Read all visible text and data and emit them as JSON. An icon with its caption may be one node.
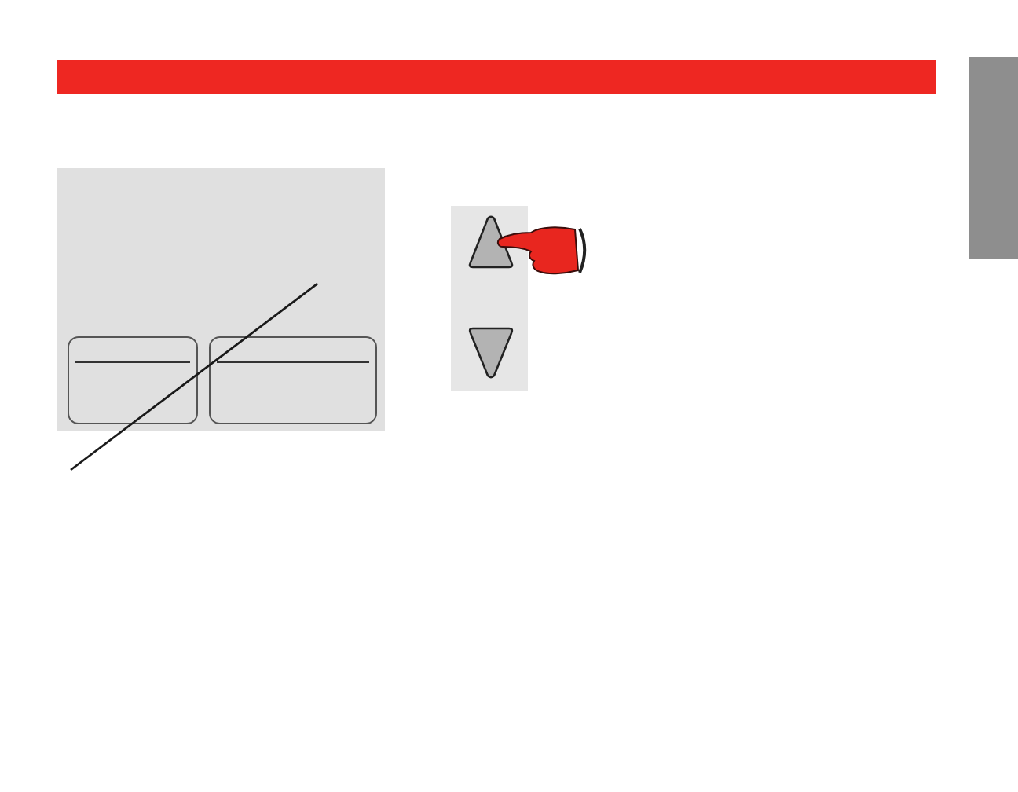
{
  "diagram": {
    "nodes": [
      {
        "text": [],
        "shape": "bar"
      },
      {
        "text": [],
        "shape": "bar"
      },
      {
        "text": [],
        "shape": "box"
      },
      {
        "text": [],
        "shape": "box",
        "in": 2
      },
      {
        "text": [],
        "shape": "box",
        "in": 2
      },
      {
        "text": [],
        "shape": "box"
      },
      {
        "text": [],
        "shape": "triangle",
        "in": 5
      },
      {
        "text": [],
        "shape": "triangle",
        "in": 5
      }
    ],
    "edges": [
      {
        "from": null,
        "to": 2,
        "arrow": "none"
      }
    ]
  }
}
